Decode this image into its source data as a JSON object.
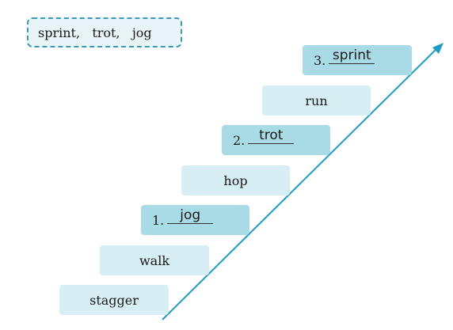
{
  "word_bank": [
    "sprint,",
    "trot,",
    "jog"
  ],
  "steps": [
    {
      "label": "stagger"
    },
    {
      "label": "walk"
    },
    {
      "number": "1.",
      "answer": "jog"
    },
    {
      "label": "hop"
    },
    {
      "number": "2.",
      "answer": "trot"
    },
    {
      "label": "run"
    },
    {
      "number": "3.",
      "answer": "sprint"
    }
  ],
  "colors": {
    "light_step": "#d6eef4",
    "dark_step": "#a9dbe6",
    "arrow": "#1f9bbf",
    "word_bank_border": "#3b9ab5"
  }
}
